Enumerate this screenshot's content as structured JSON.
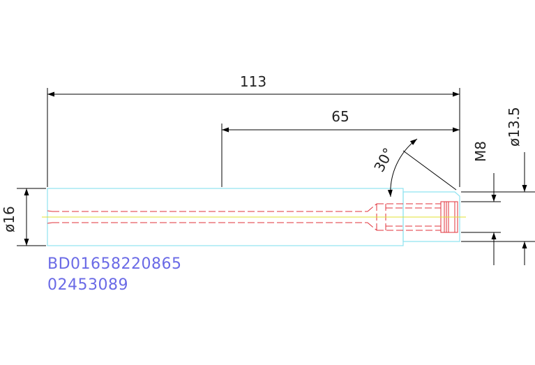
{
  "dimensions": {
    "overall_length": "113",
    "partial_length": "65",
    "chamfer_angle": "30°",
    "thread": "M8",
    "neck_diameter": "ø13.5",
    "body_diameter": "ø16"
  },
  "part_code": "BD01658220865",
  "part_number": "02453089",
  "colors": {
    "outline": "#8fe3f0",
    "hidden": "#e0303a",
    "centerline": "#e0e030",
    "dimension": "#000000",
    "code_text": "#6a6ae6"
  }
}
